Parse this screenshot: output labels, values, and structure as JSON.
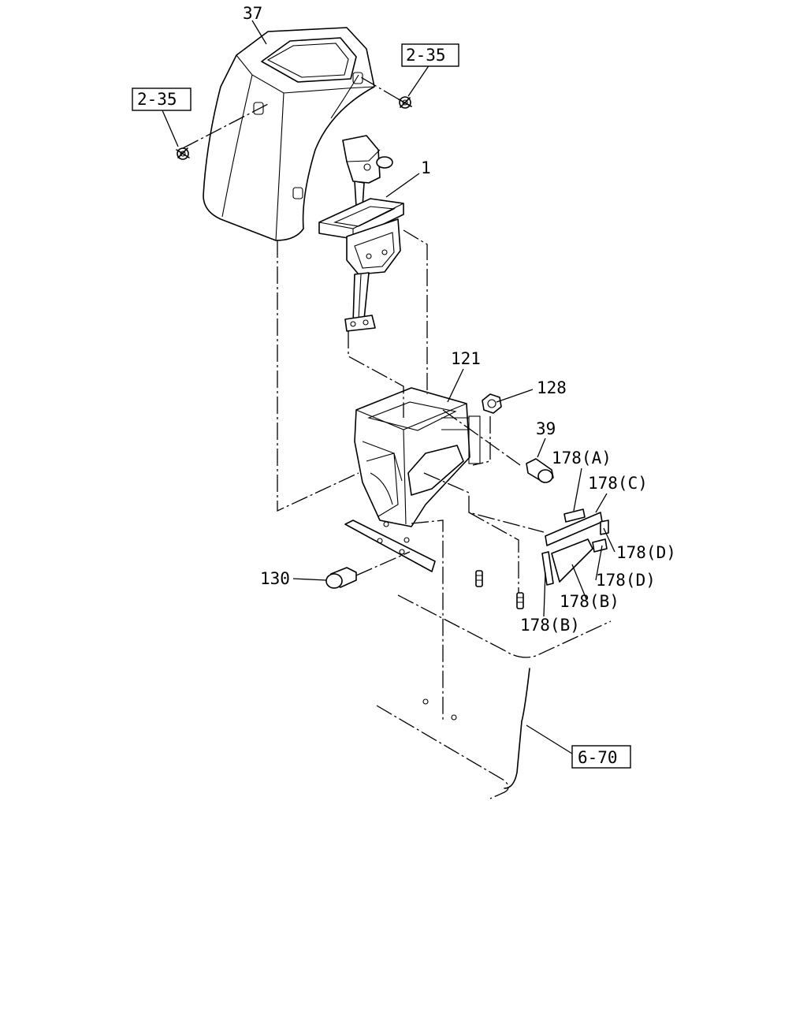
{
  "callouts": {
    "p37": "37",
    "p1": "1",
    "p121": "121",
    "p128": "128",
    "p39": "39",
    "p130": "130",
    "p178a": "178(A)",
    "p178c": "178(C)",
    "p178d_1": "178(D)",
    "p178d_2": "178(D)",
    "p178b_1": "178(B)",
    "p178b_2": "178(B)"
  },
  "references": {
    "ref_left": "2-35",
    "ref_right": "2-35",
    "ref_bottom": "6-70"
  }
}
